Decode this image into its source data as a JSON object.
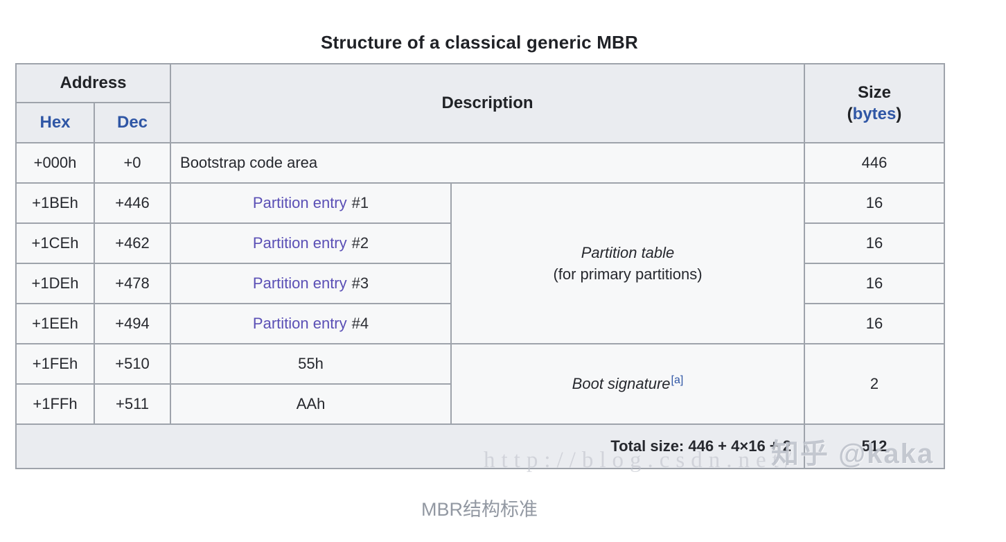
{
  "title": "Structure of a classical generic MBR",
  "caption": "MBR结构标准",
  "watermarks": {
    "zhihu": "知乎 @kaka",
    "url": "http://blog.csdn.net/"
  },
  "table": {
    "headers": {
      "address": "Address",
      "hex": "Hex",
      "dec": "Dec",
      "description": "Description",
      "size_top": "Size",
      "size_paren_open": "(",
      "size_link": "bytes",
      "size_paren_close": ")"
    },
    "rows": [
      {
        "hex": "+000h",
        "dec": "+0",
        "description": "Bootstrap code area",
        "size": "446"
      },
      {
        "hex": "+1BEh",
        "dec": "+446",
        "link": "Partition entry",
        "num": "#1",
        "size": "16"
      },
      {
        "hex": "+1CEh",
        "dec": "+462",
        "link": "Partition entry",
        "num": "#2",
        "size": "16"
      },
      {
        "hex": "+1DEh",
        "dec": "+478",
        "link": "Partition entry",
        "num": "#3",
        "size": "16"
      },
      {
        "hex": "+1EEh",
        "dec": "+494",
        "link": "Partition entry",
        "num": "#4",
        "size": "16"
      },
      {
        "hex": "+1FEh",
        "dec": "+510",
        "value": "55h"
      },
      {
        "hex": "+1FFh",
        "dec": "+511",
        "value": "AAh"
      }
    ],
    "spans": {
      "partition_table_title": "Partition table",
      "partition_table_sub": "(for primary partitions)",
      "boot_signature": "Boot signature",
      "boot_signature_ref": "[a]",
      "boot_signature_size": "2"
    },
    "total": {
      "label": "Total size: 446 + 4×16 + 2",
      "size": "512"
    }
  },
  "colors": {
    "link_blue": "#2f56a5",
    "link_visited_purple": "#5a4fb5",
    "header_bg": "#eaecf0",
    "row_bg": "#f7f8f9",
    "border": "#9ea3ab",
    "caption_gray": "#9298a2"
  }
}
